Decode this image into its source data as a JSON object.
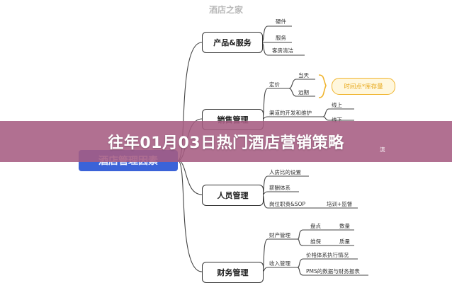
{
  "watermark": "酒店之家",
  "root": "酒店管理因素",
  "banner": "往年01月03日热门酒店营销策略",
  "branches": {
    "product": "产品&服务",
    "sales": "销售管理",
    "hr": "人员管理",
    "finance": "财务管理"
  },
  "product_items": [
    "硬件",
    "服务",
    "客房清洁"
  ],
  "sales_items": {
    "pricing": "定价",
    "pricing_today": "当天",
    "pricing_long": "远期",
    "highlight": "时间点*库存量",
    "channel": "渠道的开发和维护",
    "online": "线上",
    "offline": "线下",
    "hidden_tail": "流"
  },
  "hr_items": [
    "人房比的设置",
    "薪酬体系",
    "岗位职责&SOP"
  ],
  "hr_extra": "培训+监督",
  "finance_items": {
    "asset": "财产管理",
    "inventory": "盘点",
    "quantity": "数量",
    "maintenance": "维保",
    "quality": "质量",
    "income": "收入管理",
    "price_system": "价格体系执行情况",
    "pms": "PMS的数据与财务报表"
  }
}
